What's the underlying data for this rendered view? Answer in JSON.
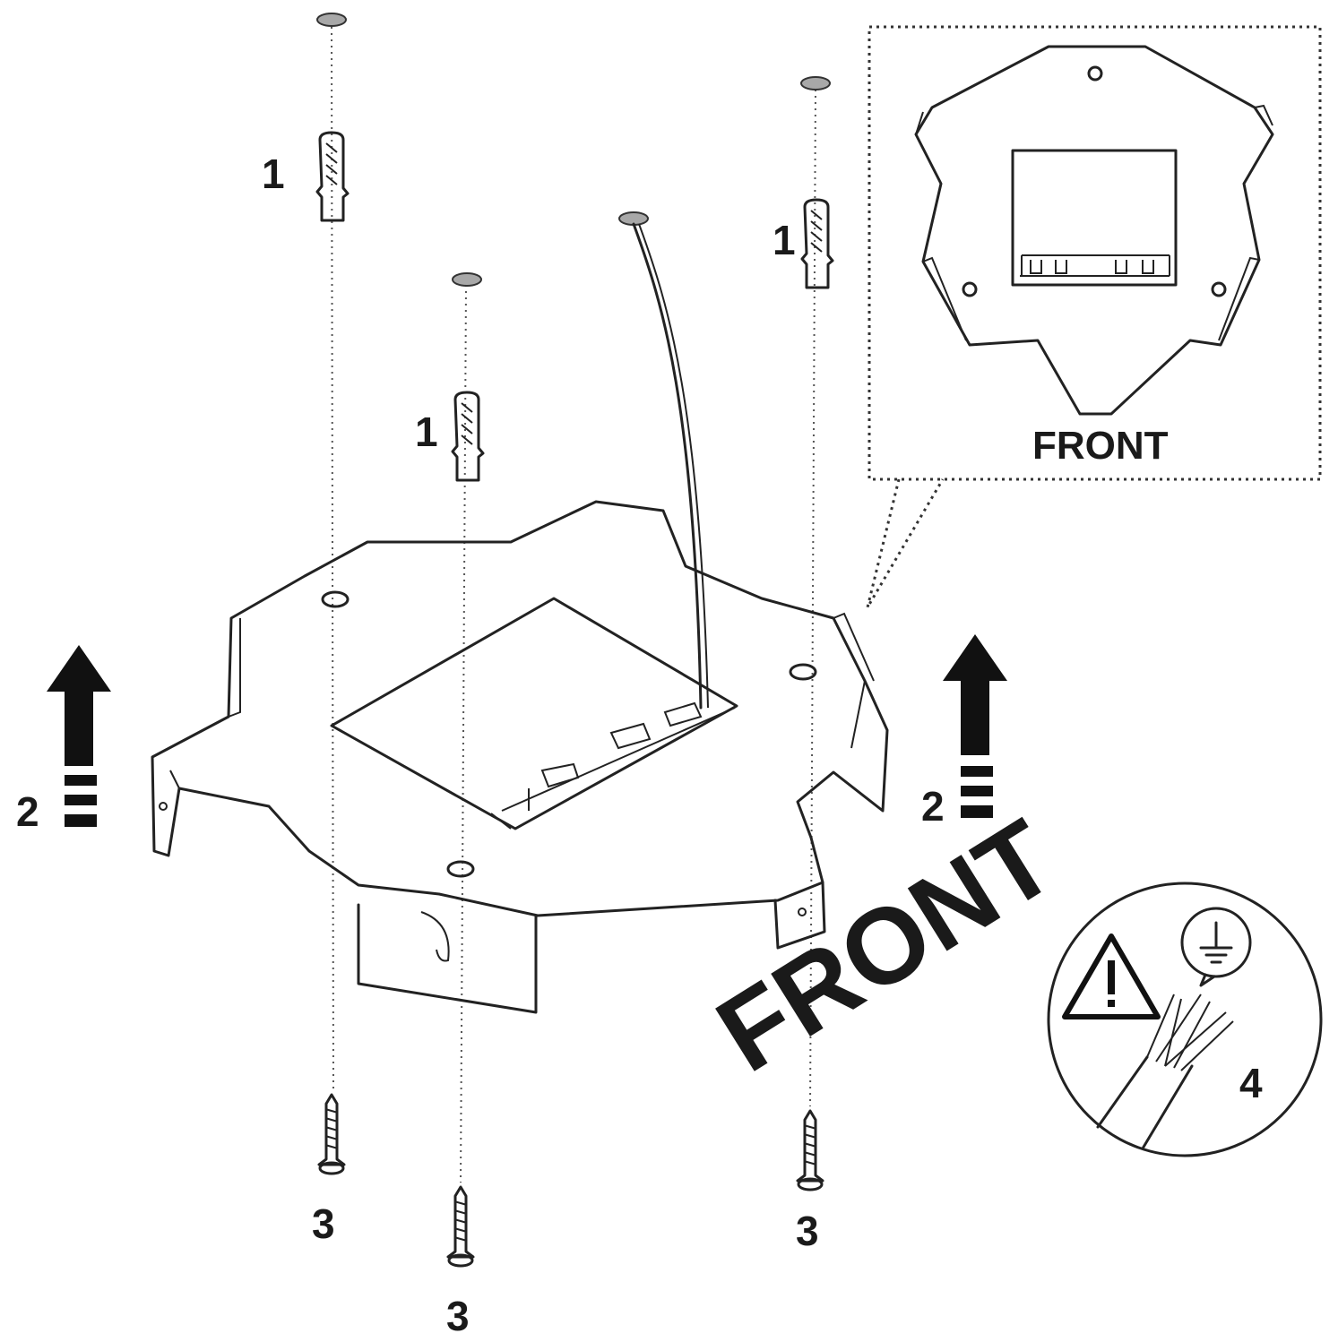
{
  "steps": {
    "anchor": "1",
    "lift": "2",
    "screw": "3",
    "wiring": "4"
  },
  "front_label": "FRONT",
  "inset_front_label": "FRONT",
  "icons": {
    "warning": "warning-triangle-icon",
    "ground": "earth-ground-icon",
    "arrow": "up-arrow-icon"
  },
  "colors": {
    "line": "#222222",
    "washer": "#a8a8a8",
    "arrow": "#111111"
  }
}
